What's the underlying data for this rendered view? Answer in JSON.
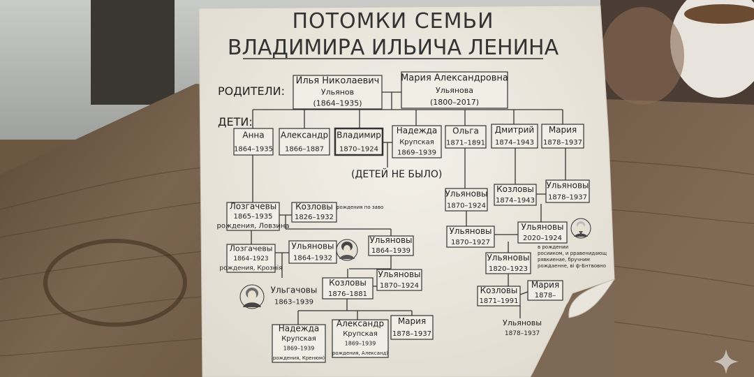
{
  "title": {
    "line1": "ПОТОМКИ СЕМЬИ",
    "line2": "ВЛАДИМИРА ИЛЬИЧА ЛЕНИНА"
  },
  "row_labels": {
    "parents": "РОДИТЕЛИ:",
    "children": "ДЕТИ:"
  },
  "no_children_note": "(ДЕТЕЙ НЕ БЫЛО)",
  "side_note_top": "рождения по заво",
  "side_note_right": [
    "в рождении",
    "росииком, и рравенидающ",
    "рявкиенае, бручним",
    "рождаенне, ві ф-Бнтвовно"
  ],
  "nodes": [
    {
      "id": "ilya",
      "lines": [
        "Илья Николаевич",
        "Ульянов",
        "(1864–1935)"
      ]
    },
    {
      "id": "maria_a",
      "lines": [
        "Мария Александровна",
        "Ульянова",
        "(1800–2017)"
      ]
    },
    {
      "id": "anna",
      "lines": [
        "Анна",
        "1864–1935"
      ]
    },
    {
      "id": "alexandr",
      "lines": [
        "Александр",
        "1866–1887"
      ]
    },
    {
      "id": "vladimir",
      "lines": [
        "Владимир",
        "1870–1924"
      ]
    },
    {
      "id": "nadezhda",
      "lines": [
        "Надежда",
        "Крупская",
        "1869–1939"
      ]
    },
    {
      "id": "olga",
      "lines": [
        "Ольга",
        "1871–1891"
      ]
    },
    {
      "id": "dmitriy",
      "lines": [
        "Дмитрий",
        "1874–1943"
      ]
    },
    {
      "id": "mariya",
      "lines": [
        "Мария",
        "1878–1937"
      ]
    },
    {
      "id": "lozg1",
      "lines": [
        "Лозгачевы",
        "1865–1935",
        "рождения, Ловзина"
      ]
    },
    {
      "id": "kozl1",
      "lines": [
        "Козловы",
        "1826–1932"
      ]
    },
    {
      "id": "lozg2",
      "lines": [
        "Лозгачевы",
        "1864–1923",
        "рождения, Крознія"
      ]
    },
    {
      "id": "ulyan1",
      "lines": [
        "Ульяновы",
        "1864–1932"
      ]
    },
    {
      "id": "ulyan2",
      "lines": [
        "Ульяновы",
        "1864–1939"
      ]
    },
    {
      "id": "ulgach",
      "lines": [
        "Ульгачовы",
        "1863–1939"
      ]
    },
    {
      "id": "kozl2",
      "lines": [
        "Козловы",
        "1876–1881"
      ]
    },
    {
      "id": "ulyan3",
      "lines": [
        "Ульяновы",
        "1870–1924"
      ]
    },
    {
      "id": "nadezhda2",
      "lines": [
        "Надежда",
        "Крупская",
        "1869–1939",
        "рождения, Кренюм)"
      ]
    },
    {
      "id": "alexandr2",
      "lines": [
        "Александр",
        "Крупская",
        "1869–1939",
        "рождения, Александ)"
      ]
    },
    {
      "id": "mariya2",
      "lines": [
        "Мария",
        "1878–1937"
      ]
    },
    {
      "id": "r_ulyan1",
      "lines": [
        "Ульяновы",
        "1870–1924"
      ]
    },
    {
      "id": "r_kozl1",
      "lines": [
        "Козловы",
        "1874–1943"
      ]
    },
    {
      "id": "r_ulyan2",
      "lines": [
        "Ульяновы",
        "1878–1937"
      ]
    },
    {
      "id": "r_ulyan3",
      "lines": [
        "Ульяновы",
        "1870–1927"
      ]
    },
    {
      "id": "r_ulyan4",
      "lines": [
        "Ульяновы",
        "2020–1924"
      ]
    },
    {
      "id": "r_ulyan5",
      "lines": [
        "Ульяновы",
        "1820–1923"
      ]
    },
    {
      "id": "r_kozl2",
      "lines": [
        "Козловы",
        "1871–1991"
      ]
    },
    {
      "id": "r_mariya",
      "lines": [
        "Мария",
        "1878–"
      ]
    },
    {
      "id": "r_ulyan6",
      "lines": [
        "Ульяновы",
        "1878–1937"
      ]
    }
  ]
}
